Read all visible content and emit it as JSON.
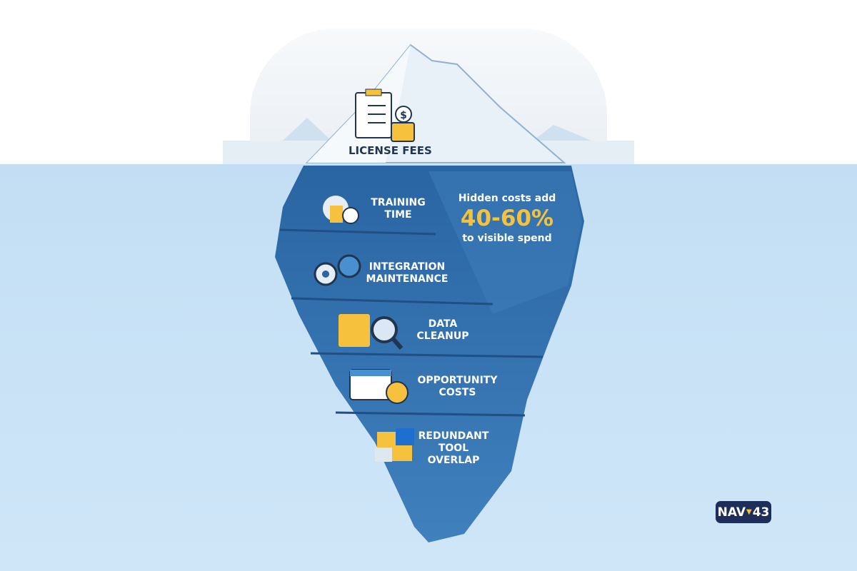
{
  "visible": {
    "label": "LICENSE FEES"
  },
  "hidden_items": [
    {
      "label": "TRAINING\nTIME",
      "icon": "training-time-icon"
    },
    {
      "label": "INTEGRATION\nMAINTENANCE",
      "icon": "gears-icon"
    },
    {
      "label": "DATA\nCLEANUP",
      "icon": "folder-search-icon"
    },
    {
      "label": "OPPORTUNITY\nCOSTS",
      "icon": "calendar-dollar-icon"
    },
    {
      "label": "REDUNDANT\nTOOL\nOVERLAP",
      "icon": "puzzle-icon"
    }
  ],
  "callout": {
    "line1": "Hidden costs add",
    "value": "40-60%",
    "line2": "to visible spend"
  },
  "logo": {
    "left": "NAV",
    "right": "43"
  },
  "colors": {
    "iceberg": "#2f6da8",
    "accent": "#f6c23e",
    "water": "#c3def4",
    "logo_bg": "#1e2e5a"
  }
}
